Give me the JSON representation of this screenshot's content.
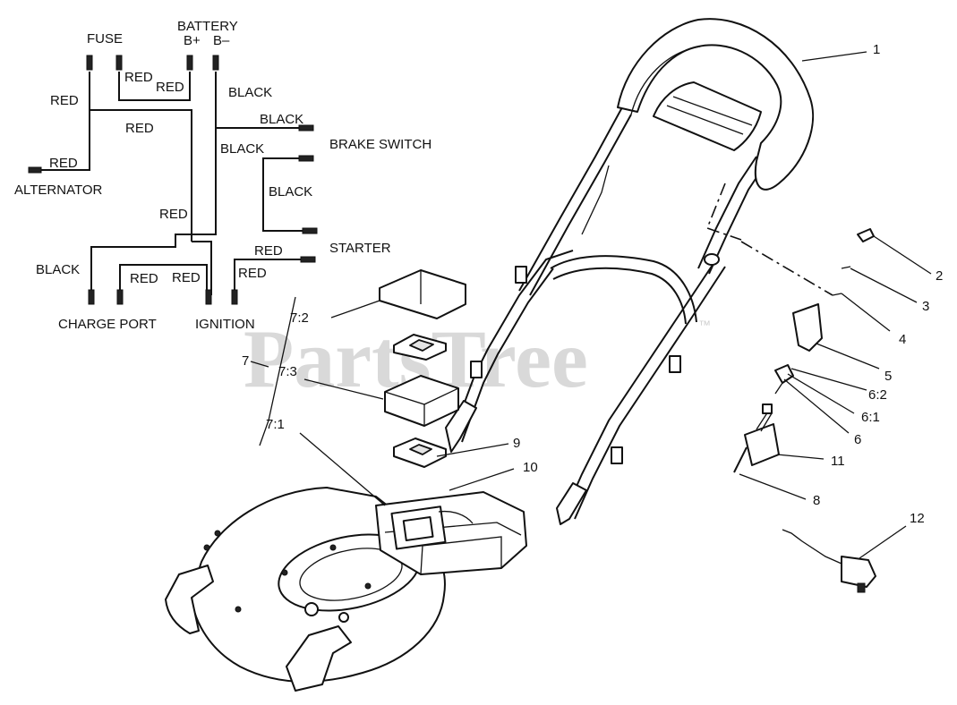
{
  "watermark": {
    "text": "PartsTree",
    "trademark": "™"
  },
  "wiring": {
    "connectors": {
      "fuse": "FUSE",
      "battery": "BATTERY",
      "battery_pos": "B+",
      "battery_neg": "B–",
      "alternator": "ALTERNATOR",
      "brake_switch": "BRAKE SWITCH",
      "starter": "STARTER",
      "charge_port": "CHARGE PORT",
      "ignition": "IGNITION"
    },
    "wire_colors": {
      "red": "RED",
      "black": "BLACK"
    }
  },
  "callouts": {
    "p1": "1",
    "p2": "2",
    "p3": "3",
    "p4": "4",
    "p5": "5",
    "p6": "6",
    "p6_1": "6:1",
    "p6_2": "6:2",
    "p7": "7",
    "p7_1": "7:1",
    "p7_2": "7:2",
    "p7_3": "7:3",
    "p8": "8",
    "p9": "9",
    "p10": "10",
    "p11": "11",
    "p12": "12"
  }
}
